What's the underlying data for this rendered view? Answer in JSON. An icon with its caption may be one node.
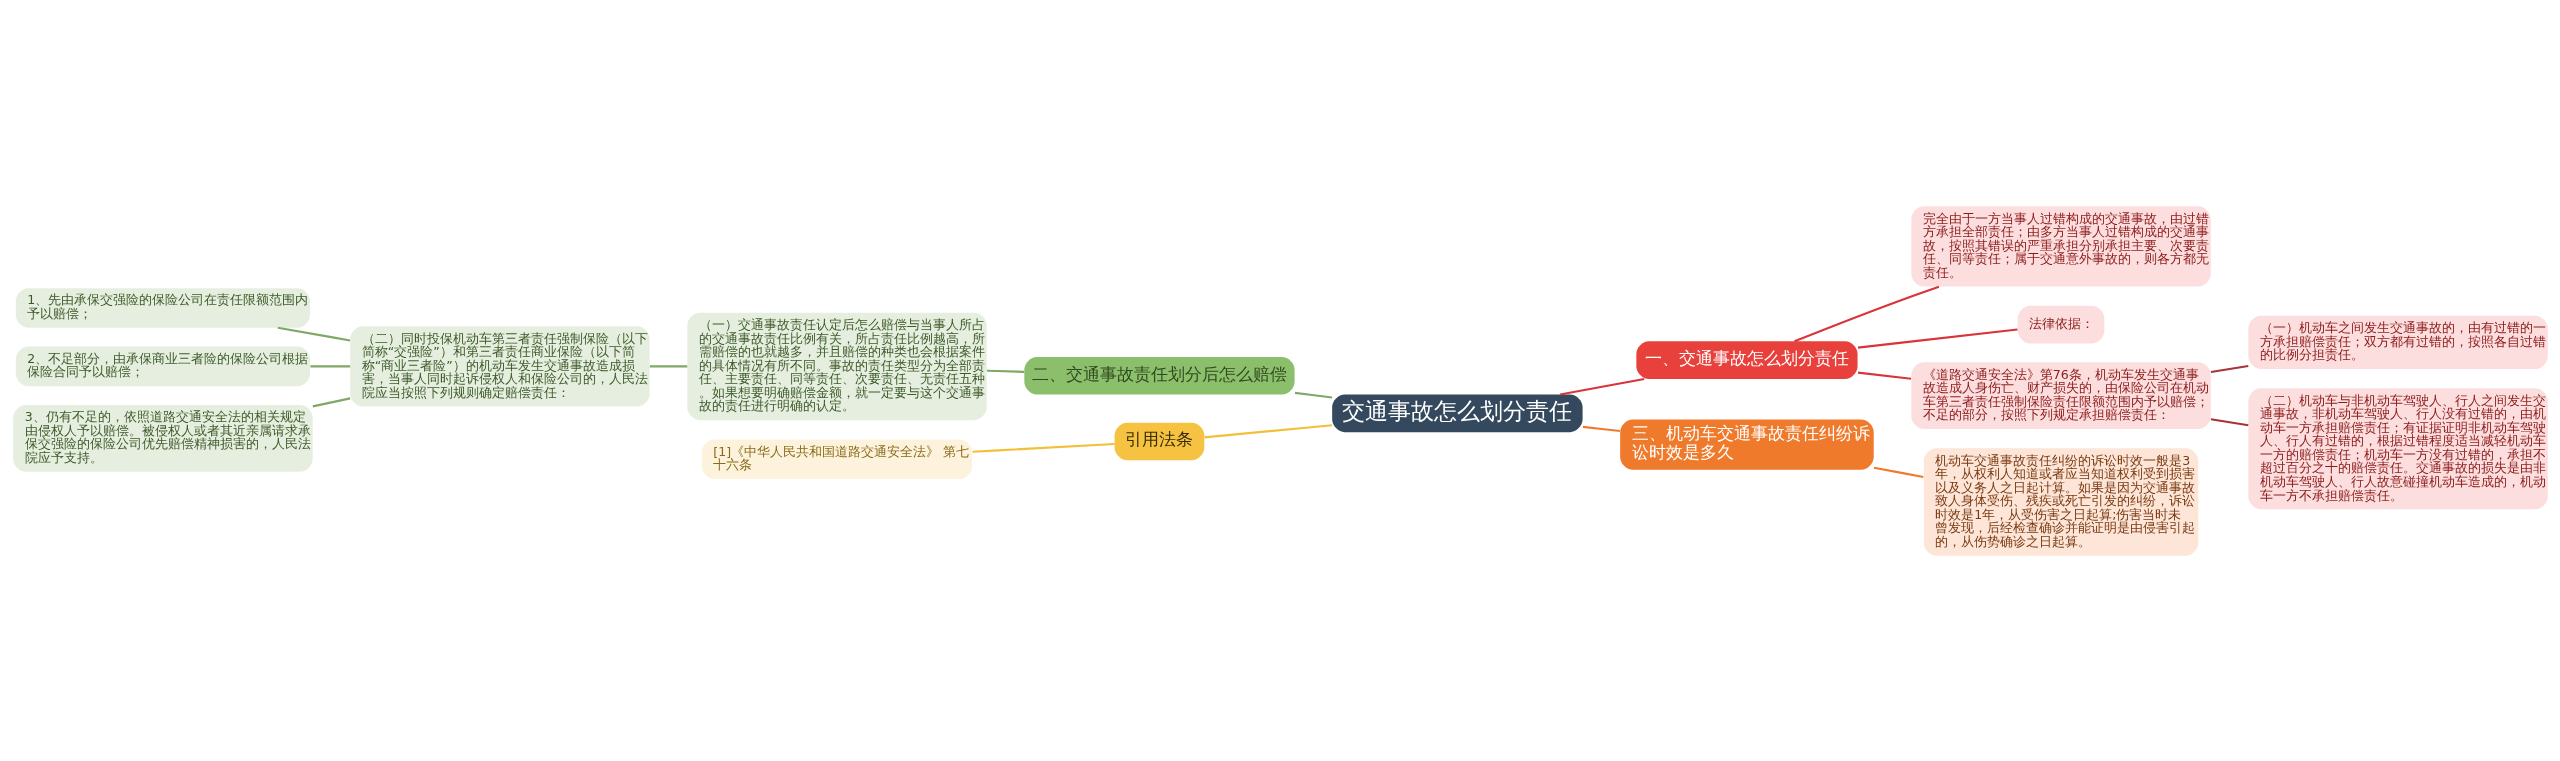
{
  "diagram": {
    "nodes": [
      {
        "text": [
          "交通事故怎么划分责任"
        ]
      },
      {
        "text": [
          "一、交通事故怎么划分责任"
        ]
      },
      {
        "text": [
          "完全由于一方当事人过错构成的交通事故，由过错方承担全部责任；由多方当事人过错构成的交通事故，按照其错误的严重承担分别承担主要、次要责任、同等责任；属于交通意外事故的，则各方都无责任。"
        ]
      },
      {
        "text": [
          "法律依据："
        ]
      },
      {
        "text": [
          "《道路交通安全法》第76条，机动车发生交通事故造成人身伤亡、财产损失的，由保险公司在机动车第三者责任强制保险责任限额范围内予以赔偿；不足的部分，按照下列规定承担赔偿责任："
        ]
      },
      {
        "text": [
          "（一）机动车之间发生交通事故的，由有过错的一方承担赔偿责任；双方都有过错的，按照各自过错的比例分担责任。"
        ]
      },
      {
        "text": [
          "（二）机动车与非机动车驾驶人、行人之间发生交通事故，非机动车驾驶人、行人没有过错的，由机动车一方承担赔偿责任；有证据证明非机动车驾驶人、行人有过错的，根据过错程度适当减轻机动车一方的赔偿责任；机动车一方没有过错的，承担不超过百分之十的赔偿责任。交通事故的损失是由非机动车驾驶人、行人故意碰撞机动车造成的，机动车一方不承担赔偿责任。"
        ]
      },
      {
        "text": [
          "三、机动车交通事故责任纠纷诉讼时效是多久"
        ]
      },
      {
        "text": [
          "机动车交通事故责任纠纷的诉讼时效一般是3年，从权利人知道或者应当知道权利受到损害以及义务人之日起计算。如果是因为交通事故致人身体受伤、残疾或死亡引发的纠纷，诉讼时效是1年，从受伤害之日起算;伤害当时未曾发现，后经检查确诊并能证明是由侵害引起的，从伤势确诊之日起算。"
        ]
      },
      {
        "text": [
          "二、交通事故责任划分后怎么赔偿"
        ]
      },
      {
        "text": [
          "（一）交通事故责任认定后怎么赔偿与当事人所占的交通事故责任比例有关，所占责任比例越高，所需赔偿的也就越多，并且赔偿的种类也会根据案件的具体情况有所不同。事故的责任类型分为全部责任、主要责任、同等责任、次要责任、无责任五种。如果想要明确赔偿金额，就一定要与这个交通事故的责任进行明确的认定。"
        ]
      },
      {
        "text": [
          "（二）同时投保机动车第三者责任强制保险（以下简称“交强险”）和第三者责任商业保险（以下简称“商业三者险”）的机动车发生交通事故造成损害，当事人同时起诉侵权人和保险公司的，人民法院应当按照下列规则确定赔偿责任："
        ]
      },
      {
        "text": [
          "1、先由承保交强险的保险公司在责任限额范围内予以赔偿；"
        ]
      },
      {
        "text": [
          "2、不足部分，由承保商业三者险的保险公司根据保险合同予以赔偿；"
        ]
      },
      {
        "text": [
          "3、仍有不足的，依照道路交通安全法的相关规定由侵权人予以赔偿。被侵权人或者其近亲属请求承保交强险的保险公司优先赔偿精神损害的，人民法院应予支持。"
        ]
      },
      {
        "text": [
          "引用法条"
        ]
      },
      {
        "text": [
          "[1]《中华人民共和国道路交通安全法》 第七十六条"
        ]
      }
    ],
    "edges": [
      {
        "from": 0,
        "to": 1,
        "arrow": "none",
        "color": "#d9343a"
      },
      {
        "from": 1,
        "to": 2,
        "arrow": "none",
        "color": "#d9343a"
      },
      {
        "from": 1,
        "to": 3,
        "arrow": "none",
        "color": "#d9343a"
      },
      {
        "from": 1,
        "to": 4,
        "arrow": "none",
        "color": "#d9343a"
      },
      {
        "from": 4,
        "to": 5,
        "arrow": "none",
        "color": "#a8323a"
      },
      {
        "from": 4,
        "to": 6,
        "arrow": "none",
        "color": "#a8323a"
      },
      {
        "from": 12,
        "to": 11,
        "arrow": "none",
        "color": "#7fa866"
      },
      {
        "from": 13,
        "to": 11,
        "arrow": "none",
        "color": "#7fa866"
      },
      {
        "from": 14,
        "to": 11,
        "arrow": "none",
        "color": "#7fa866"
      },
      {
        "from": 11,
        "to": 10,
        "arrow": "none",
        "color": "#7fa866"
      },
      {
        "from": 10,
        "to": 9,
        "arrow": "none",
        "color": "#7fa866"
      },
      {
        "from": 9,
        "to": 0,
        "arrow": "none",
        "color": "#7fa866"
      },
      {
        "from": 16,
        "to": 15,
        "arrow": "none",
        "color": "#f2c037"
      },
      {
        "from": 15,
        "to": 0,
        "arrow": "none",
        "color": "#f2c037"
      },
      {
        "from": 0,
        "to": 7,
        "arrow": "none",
        "color": "#f07a2b"
      },
      {
        "from": 7,
        "to": 8,
        "arrow": "none",
        "color": "#f07a2b"
      }
    ]
  }
}
